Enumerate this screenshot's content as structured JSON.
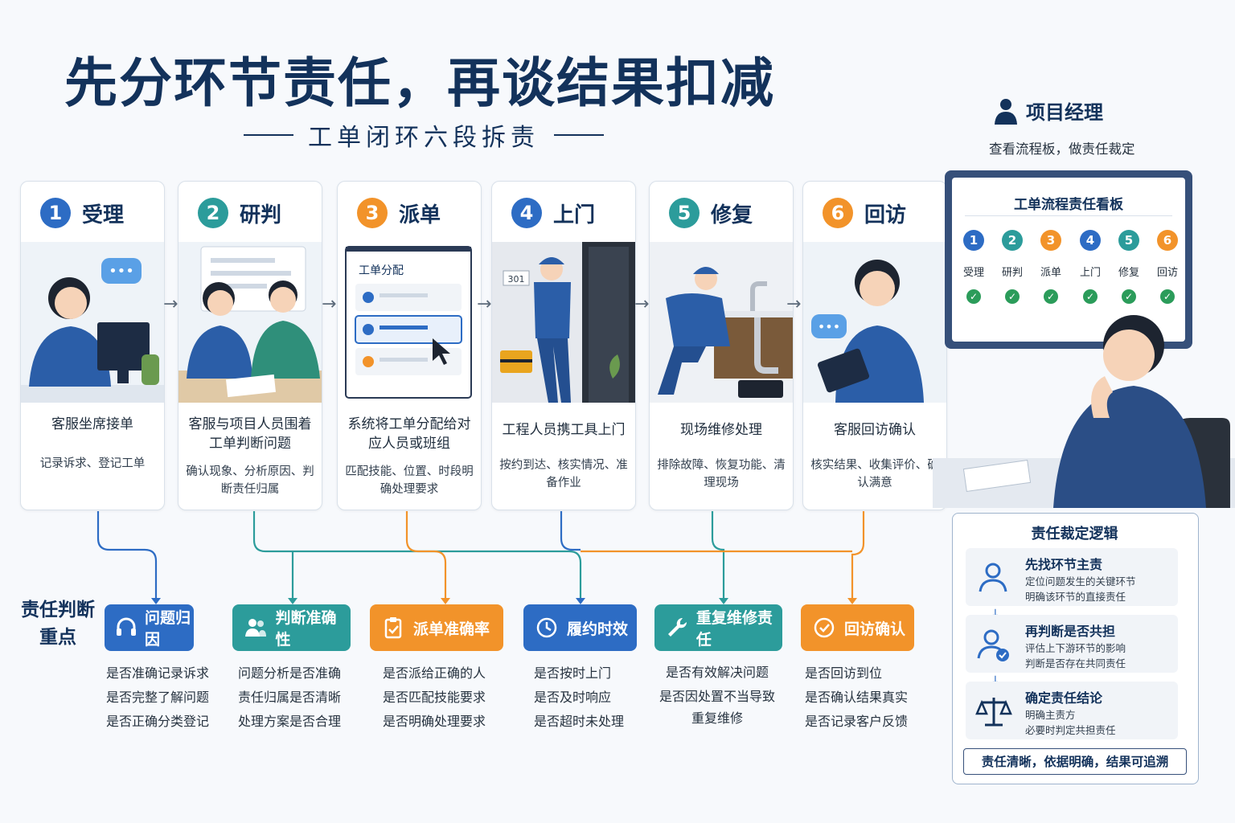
{
  "title": "先分环节责任，再谈结果扣减",
  "subtitle": "工单闭环六段拆责",
  "colors": {
    "blue": "#2d6cc4",
    "teal": "#2c9c9b",
    "orange": "#f2932a",
    "navy": "#13325b"
  },
  "stages": [
    {
      "num": "1",
      "name": "受理",
      "desc": "客服坐席接单",
      "detail": "记录诉求、登记工单",
      "color": "#2d6cc4"
    },
    {
      "num": "2",
      "name": "研判",
      "desc": "客服与项目人员围着工单判断问题",
      "detail": "确认现象、分析原因、判断责任归属",
      "color": "#2c9c9b"
    },
    {
      "num": "3",
      "name": "派单",
      "desc": "系统将工单分配给对应人员或班组",
      "detail": "匹配技能、位置、时段明确处理要求",
      "color": "#f2932a"
    },
    {
      "num": "4",
      "name": "上门",
      "desc": "工程人员携工具上门",
      "detail": "按约到达、核实情况、准备作业",
      "color": "#2d6cc4"
    },
    {
      "num": "5",
      "name": "修复",
      "desc": "现场维修处理",
      "detail": "排除故障、恢复功能、清理现场",
      "color": "#2c9c9b"
    },
    {
      "num": "6",
      "name": "回访",
      "desc": "客服回访确认",
      "detail": "核实结果、收集评价、确认满意",
      "color": "#f2932a"
    }
  ],
  "illustration": {
    "dispatch_panel_title": "工单分配",
    "door_number": "301"
  },
  "judgement": {
    "label_line1": "责任判断",
    "label_line2": "重点",
    "badges": [
      {
        "label": "问题归因",
        "icon": "headset-icon",
        "color": "#2d6cc4",
        "questions": [
          "是否准确记录诉求",
          "是否完整了解问题",
          "是否正确分类登记"
        ]
      },
      {
        "label": "判断准确性",
        "icon": "people-icon",
        "color": "#2c9c9b",
        "questions": [
          "问题分析是否准确",
          "责任归属是否清晰",
          "处理方案是否合理"
        ]
      },
      {
        "label": "派单准确率",
        "icon": "clipboard-check-icon",
        "color": "#f2932a",
        "questions": [
          "是否派给正确的人",
          "是否匹配技能要求",
          "是否明确处理要求"
        ]
      },
      {
        "label": "履约时效",
        "icon": "clock-icon",
        "color": "#2d6cc4",
        "questions": [
          "是否按时上门",
          "是否及时响应",
          "是否超时未处理"
        ]
      },
      {
        "label": "重复维修责任",
        "icon": "wrench-icon",
        "color": "#2c9c9b",
        "questions": [
          "是否有效解决问题",
          "是否因处置不当导致",
          "重复维修"
        ]
      },
      {
        "label": "回访确认",
        "icon": "check-circle-icon",
        "color": "#f2932a",
        "questions": [
          "是否回访到位",
          "是否确认结果真实",
          "是否记录客户反馈"
        ]
      }
    ]
  },
  "manager": {
    "title": "项目经理",
    "desc": "查看流程板，做责任裁定",
    "board_title": "工单流程责任看板",
    "board_stages": [
      "受理",
      "研判",
      "派单",
      "上门",
      "修复",
      "回访"
    ]
  },
  "logic": {
    "title": "责任裁定逻辑",
    "steps": [
      {
        "title": "先找环节主责",
        "line1": "定位问题发生的关键环节",
        "line2": "明确该环节的直接责任"
      },
      {
        "title": "再判断是否共担",
        "line1": "评估上下游环节的影响",
        "line2": "判断是否存在共同责任"
      },
      {
        "title": "确定责任结论",
        "line1": "明确主责方",
        "line2": "必要时判定共担责任"
      }
    ],
    "footer": "责任清晰，依据明确，结果可追溯"
  }
}
